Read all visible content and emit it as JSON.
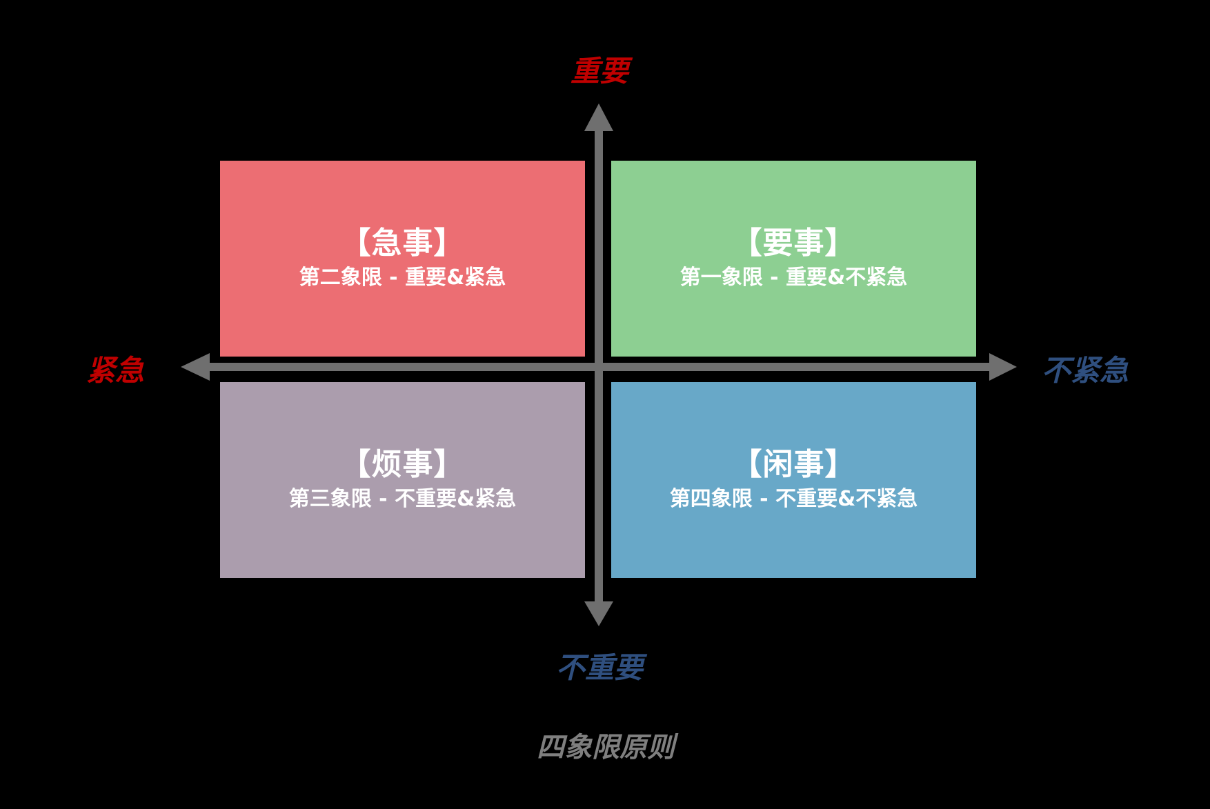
{
  "colors": {
    "background": "#000000",
    "axis": "#6f6f6f",
    "important_label": "#c00000",
    "not_important_label": "#2f4f7f",
    "urgent_label": "#c00000",
    "not_urgent_label": "#2f4f7f",
    "caption": "#7f7f7f"
  },
  "axes": {
    "top": "重要",
    "bottom": "不重要",
    "left": "紧急",
    "right": "不紧急"
  },
  "quadrants": [
    {
      "id": "urgent",
      "title": "【急事】",
      "subtitle": "第二象限 - 重要&紧急",
      "color": "#ec6e73"
    },
    {
      "id": "important",
      "title": "【要事】",
      "subtitle": "第一象限 - 重要&不紧急",
      "color": "#8dcf92"
    },
    {
      "id": "annoying",
      "title": "【烦事】",
      "subtitle": "第三象限 - 不重要&紧急",
      "color": "#ab9dad"
    },
    {
      "id": "idle",
      "title": "【闲事】",
      "subtitle": "第四象限 - 不重要&不紧急",
      "color": "#68a8c8"
    }
  ],
  "caption": "四象限原则"
}
